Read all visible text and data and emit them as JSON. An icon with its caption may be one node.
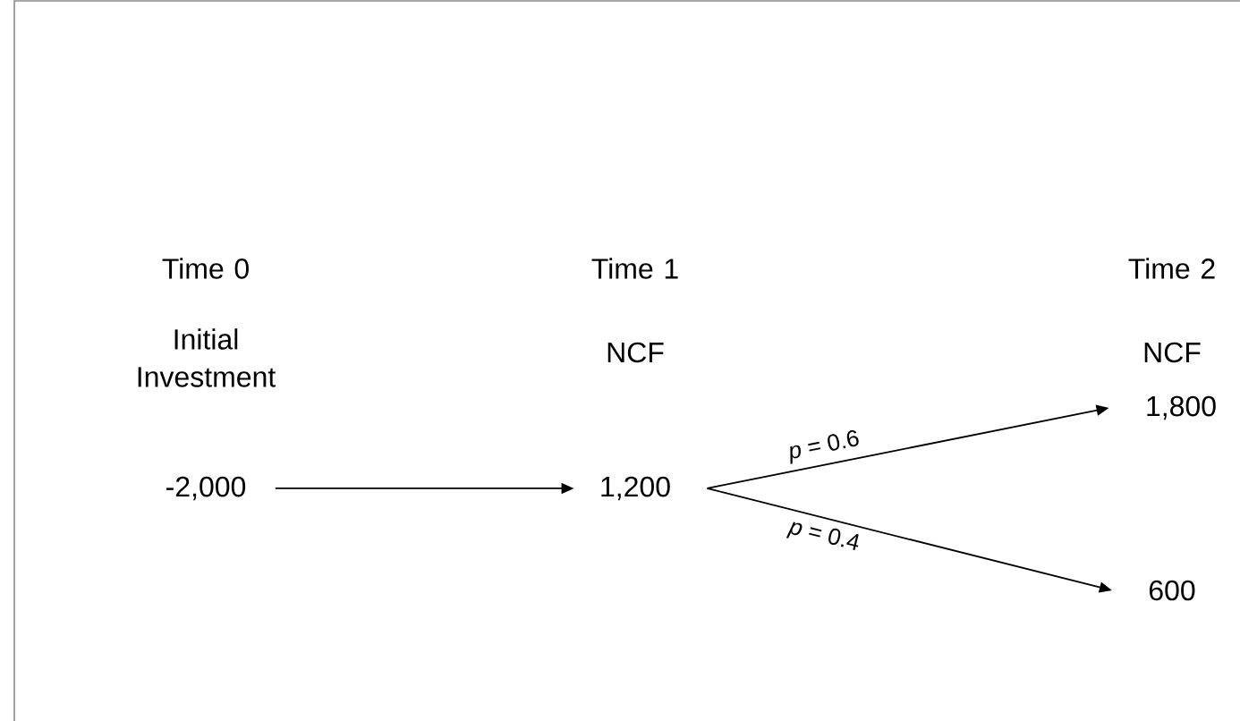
{
  "diagram": {
    "nodes": [
      {
        "text": [
          "-2,000"
        ]
      },
      {
        "text": [
          "1,200"
        ]
      },
      {
        "text": [
          "1,800"
        ]
      },
      {
        "text": [
          "600"
        ]
      }
    ],
    "edges": [
      {
        "from": 0,
        "to": 1,
        "arrow": "to"
      },
      {
        "from": 1,
        "to": 2,
        "arrow": "to",
        "label": "*p* = 0.6"
      },
      {
        "from": 1,
        "to": 3,
        "arrow": "to",
        "label": "*p* = 0.4"
      }
    ],
    "labels": [
      "Time 0",
      "Time 1",
      "Time 2",
      "Initial Investment",
      "NCF",
      "NCF"
    ]
  }
}
